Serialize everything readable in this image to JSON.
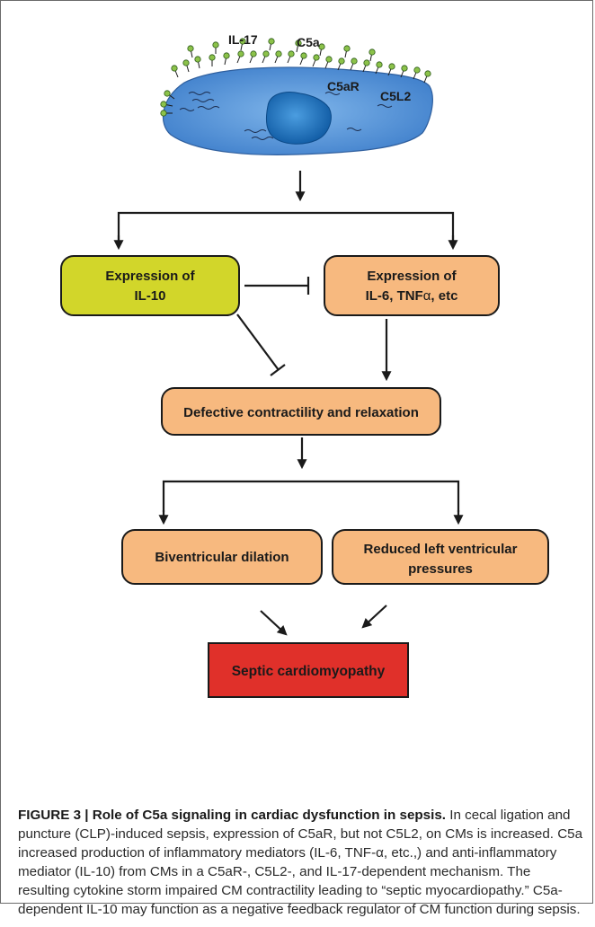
{
  "colors": {
    "cell_fill": "#4f8fd6",
    "nucleus_fill": "#1a6cb7",
    "receptor_head": "#8cc24a",
    "il10_box": "#d2d62a",
    "orange_box": "#f7b97f",
    "septic_box": "#e0302a",
    "line": "#1a1a1a"
  },
  "cell": {
    "labels": {
      "il17": "IL-17",
      "c5a": "C5a",
      "c5ar": "C5aR",
      "c5l2": "C5L2"
    }
  },
  "boxes": {
    "il10": {
      "line1": "Expression of",
      "line2": "IL-10"
    },
    "cytokines": {
      "line1": "Expression of",
      "line2_prefix": "IL-6, TNF",
      "alpha": "α",
      "line2_suffix": ", etc"
    },
    "defective": "Defective contractility and relaxation",
    "biventricular": "Biventricular dilation",
    "reduced": {
      "line1": "Reduced left ventricular",
      "line2": "pressures"
    },
    "septic": "Septic cardiomyopathy"
  },
  "caption": {
    "label": "FIGURE 3 | Role of C5a signaling in cardiac dysfunction in sepsis.",
    "text": " In cecal ligation and puncture (CLP)-induced sepsis, expression of C5aR, but not C5L2, on CMs is increased. C5a increased production of inflammatory mediators (IL-6, TNF-α, etc.,) and anti-inflammatory mediator (IL-10) from CMs in a C5aR-, C5L2-, and IL-17-dependent mechanism. The resulting cytokine storm impaired CM contractility leading to “septic myocardiopathy.” C5a-dependent IL-10 may function as a negative feedback regulator of CM function during sepsis."
  }
}
